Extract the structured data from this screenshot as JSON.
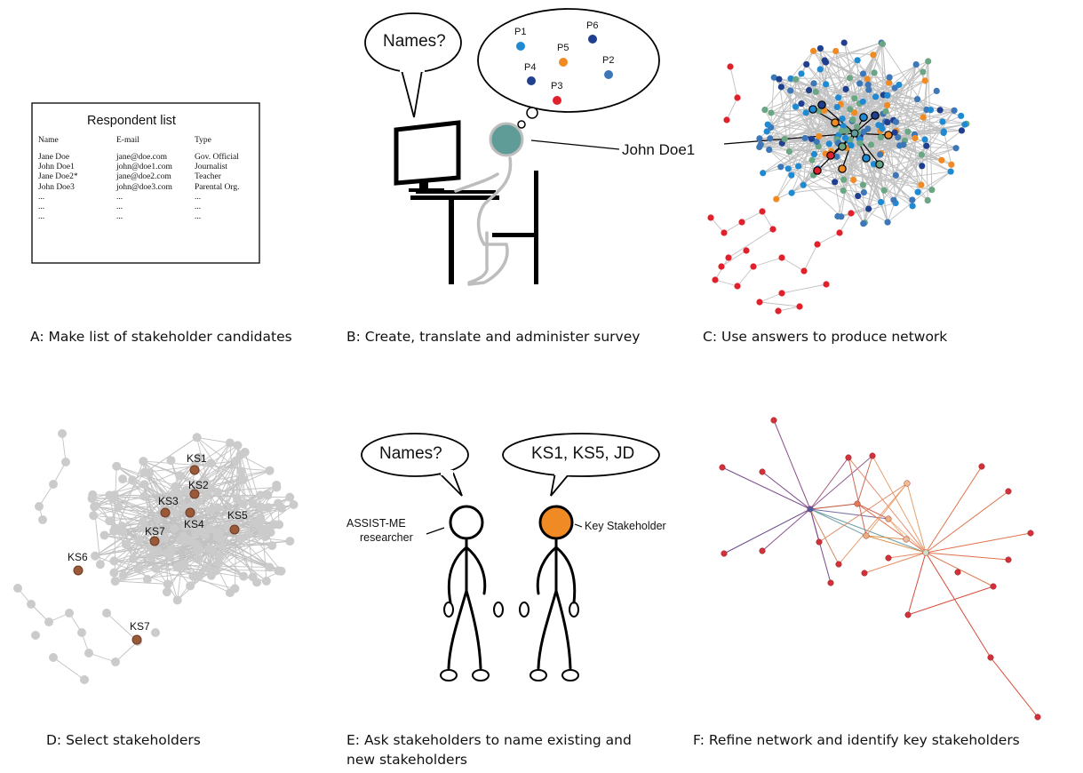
{
  "panels": {
    "a": {
      "caption": "A: Make list of stakeholder candidates",
      "table_title": "Respondent list",
      "headers": [
        "Name",
        "E-mail",
        "Type"
      ],
      "rows": [
        [
          "Jane Doe",
          "jane@doe.com",
          "Gov. Official"
        ],
        [
          "John Doe1",
          "john@doe1.com",
          "Journalist"
        ],
        [
          "Jane Doe2*",
          "jane@doe2.com",
          "Teacher"
        ],
        [
          "John Doe3",
          "john@doe3.com",
          "Parental Org."
        ],
        [
          "...",
          "...",
          "..."
        ],
        [
          "...",
          "...",
          "..."
        ],
        [
          "...",
          "...",
          "..."
        ]
      ]
    },
    "b": {
      "caption": "B: Create, translate and administer survey",
      "bubble_text": "Names?",
      "thought_points": [
        "P1",
        "P6",
        "P5",
        "P2",
        "P4",
        "P3"
      ],
      "person_label": "John Doe1"
    },
    "c": {
      "caption": "C: Use answers to produce network"
    },
    "d": {
      "caption": "D: Select stakeholders",
      "node_labels": [
        "KS1",
        "KS2",
        "KS3",
        "KS4",
        "KS5",
        "KS7",
        "KS6",
        "KS7"
      ]
    },
    "e": {
      "caption_line1": "E: Ask stakeholders to name existing and",
      "caption_line2": "new stakeholders",
      "left_bubble": "Names?",
      "right_bubble": "KS1, KS5, JD",
      "left_label_1": "ASSIST-ME",
      "left_label_2": "researcher",
      "right_label": "Key Stakeholder"
    },
    "f": {
      "caption": "F: Refine network and identify key stakeholders"
    }
  },
  "colors": {
    "light_blue": "#1f8ad2",
    "dark_blue": "#1f3f8f",
    "mid_blue": "#3d77b8",
    "orange": "#f08a24",
    "red": "#e0202a",
    "green": "#6aa584",
    "teal": "#5f9b97",
    "gray_node": "#c9c9c9",
    "brown": "#9a5a3a"
  }
}
